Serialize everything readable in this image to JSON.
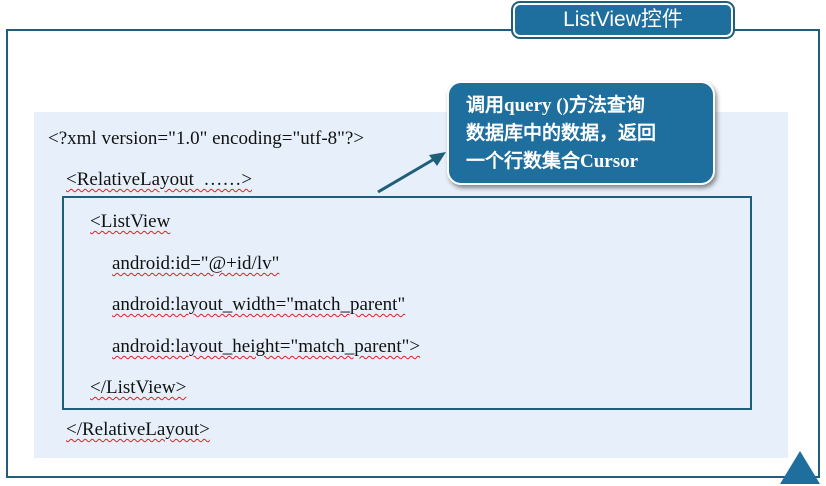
{
  "slide": {
    "title": "ListView控件"
  },
  "code": {
    "line1": "<?xml version=\"1.0\" encoding=\"utf-8\"?>",
    "line2": "<RelativeLayout  ……>",
    "line3": "<ListView",
    "line4": "android:id=\"@+id/lv\"",
    "line5": "android:layout_width=\"match_parent\"",
    "line6": "android:layout_height=\"match_parent\">",
    "line7": "</ListView>",
    "line8": "</RelativeLayout>"
  },
  "callout": {
    "line1": "调用query ()方法查询",
    "line2": "数据库中的数据，返回",
    "line3": "一个行数集合Cursor"
  },
  "colors": {
    "accent": "#1e6e9e",
    "border": "#1f5f7a",
    "panel": "#e7f0fa"
  },
  "icons": {
    "arrow": "pointer-arrow-icon",
    "corner": "corner-triangle-icon"
  }
}
